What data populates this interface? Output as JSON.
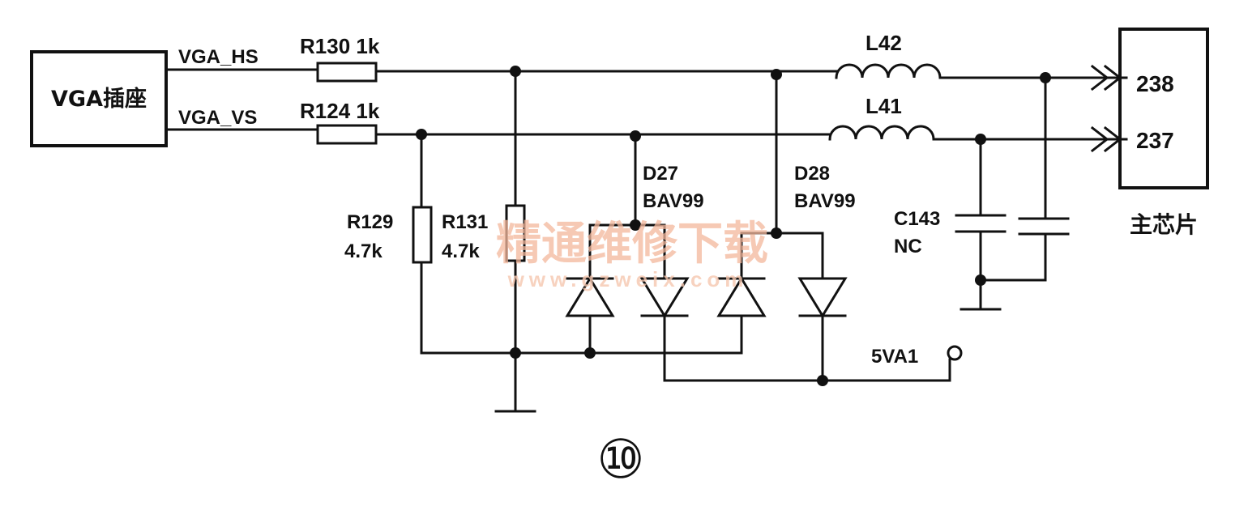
{
  "connector": {
    "label": "VGA插座"
  },
  "signals": {
    "hs": "VGA_HS",
    "vs": "VGA_VS"
  },
  "resistors": {
    "r130": "R130 1k",
    "r124": "R124 1k",
    "r129": {
      "name": "R129",
      "value": "4.7k"
    },
    "r131": {
      "name": "R131",
      "value": "4.7k"
    }
  },
  "inductors": {
    "l42": "L42",
    "l41": "L41"
  },
  "diodes": {
    "d27": {
      "name": "D27",
      "part": "BAV99"
    },
    "d28": {
      "name": "D28",
      "part": "BAV99"
    }
  },
  "capacitor": {
    "name": "C143",
    "value": "NC"
  },
  "supply": {
    "label": "5VA1"
  },
  "chip": {
    "pin_hs": "238",
    "pin_vs": "237",
    "label": "主芯片"
  },
  "figure_number": "⑩",
  "watermark": {
    "cn": "精通维修下载",
    "url": "www.gzweix.com"
  }
}
